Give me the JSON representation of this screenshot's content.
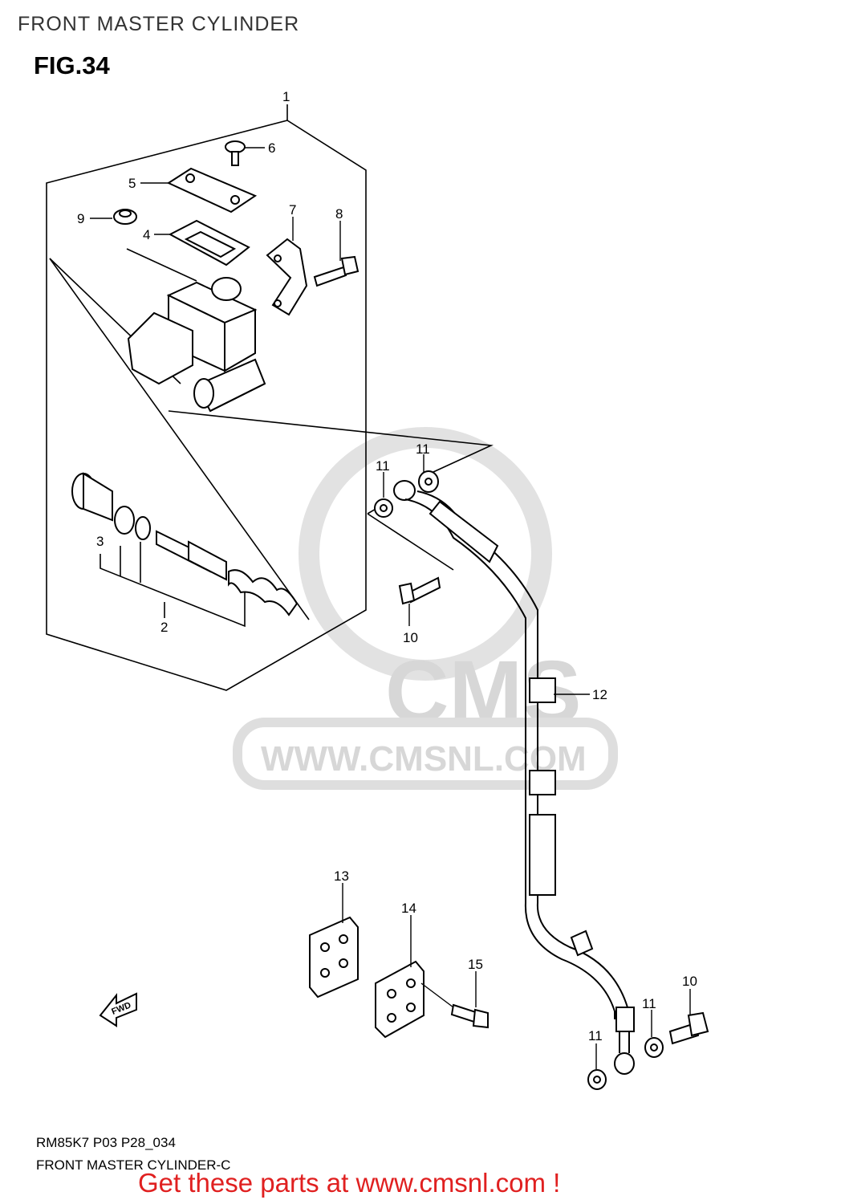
{
  "header": {
    "title": "FRONT MASTER CYLINDER",
    "figure": "FIG.34"
  },
  "watermark": {
    "logo": "CMS",
    "url": "WWW.CMSNL.COM"
  },
  "direction_badge": "FWD",
  "callouts": [
    {
      "id": "c1",
      "label": "1"
    },
    {
      "id": "c2",
      "label": "2"
    },
    {
      "id": "c3",
      "label": "3"
    },
    {
      "id": "c4",
      "label": "4"
    },
    {
      "id": "c5",
      "label": "5"
    },
    {
      "id": "c6",
      "label": "6"
    },
    {
      "id": "c7",
      "label": "7"
    },
    {
      "id": "c8",
      "label": "8"
    },
    {
      "id": "c9",
      "label": "9"
    },
    {
      "id": "c10a",
      "label": "10"
    },
    {
      "id": "c10b",
      "label": "10"
    },
    {
      "id": "c11a",
      "label": "11"
    },
    {
      "id": "c11b",
      "label": "11"
    },
    {
      "id": "c11c",
      "label": "11"
    },
    {
      "id": "c11d",
      "label": "11"
    },
    {
      "id": "c12",
      "label": "12"
    },
    {
      "id": "c13",
      "label": "13"
    },
    {
      "id": "c14",
      "label": "14"
    },
    {
      "id": "c15",
      "label": "15"
    }
  ],
  "footer": {
    "model_code": "RM85K7 P03 P28_034",
    "caption": "FRONT MASTER CYLINDER-C",
    "cta": "Get these parts at www.cmsnl.com !"
  },
  "colors": {
    "cta": "#e02020",
    "watermark": "#d7d7d7",
    "line": "#000000"
  }
}
